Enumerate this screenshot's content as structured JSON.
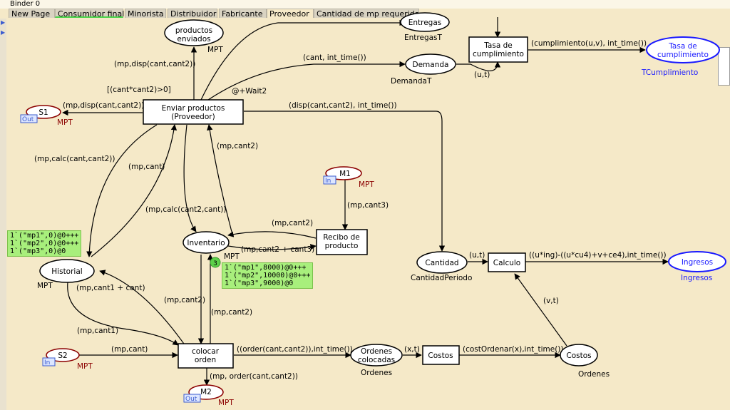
{
  "window": {
    "title": "Binder 0"
  },
  "tabs": [
    {
      "label": "New Page"
    },
    {
      "label": "Consumidor final"
    },
    {
      "label": "Minorista"
    },
    {
      "label": "Distribuidor"
    },
    {
      "label": "Fabricante"
    },
    {
      "label": "Proveedor"
    },
    {
      "label": "Cantidad de mp  requerida"
    }
  ],
  "places": {
    "productos_enviados": {
      "name": "productos\nenviados",
      "type": "MPT"
    },
    "entregas": {
      "name": "Entregas",
      "type": "EntregasT"
    },
    "demanda": {
      "name": "Demanda",
      "type": "DemandaT"
    },
    "tasa_cumplimiento": {
      "name": "Tasa de\ncumplimiento",
      "type": "TCumplimiento"
    },
    "s1": {
      "name": "S1",
      "port": "Out",
      "type": "MPT"
    },
    "m1": {
      "name": "M1",
      "port": "In",
      "type": "MPT"
    },
    "inventario": {
      "name": "Inventario",
      "type": "MPT",
      "count": "3"
    },
    "historial": {
      "name": "Historial",
      "type": "MPT"
    },
    "cantidad": {
      "name": "Cantidad",
      "type": "CantidadPeriodo"
    },
    "ingresos": {
      "name": "Ingresos",
      "type": "Ingresos"
    },
    "s2": {
      "name": "S2",
      "port": "In",
      "type": "MPT"
    },
    "m2": {
      "name": "M2",
      "port": "Out",
      "type": "MPT"
    },
    "ordenes_colocadas": {
      "name": "Ordenes\ncolocadas",
      "type": "Ordenes"
    },
    "costos_place": {
      "name": "Costos",
      "type": "Ordenes"
    }
  },
  "transitions": {
    "enviar": {
      "name": "Enviar productos\n(Proveedor)"
    },
    "tasa": {
      "name": "Tasa de\ncumplimiento"
    },
    "recibo": {
      "name": "Recibo de\nproducto"
    },
    "calculo": {
      "name": "Calculo"
    },
    "colocar": {
      "name": "colocar\norden"
    },
    "costos": {
      "name": "Costos"
    }
  },
  "arcs": {
    "a_prod": "(mp,disp(cant,cant2))",
    "a_guard": "[(cant*cant2)>0]",
    "a_demanda": "(cant, int_time())",
    "a_wait": "@+Wait2",
    "a_s1": "(mp,disp(cant,cant2))",
    "a_cantidad": "(disp(cant,cant2), int_time())",
    "a_cumpl": "(cumplimiento(u,v), int_time())",
    "a_ut": "(u,t)",
    "a_calc1": "(mp,calc(cant,cant2))",
    "a_mpcant": "(mp,cant)",
    "a_mpcant2_up": "(mp,cant2)",
    "a_mpcant3": "(mp,cant3)",
    "a_calc2": "(mp,calc(cant2,cant))",
    "a_rec_inv": "(mp,cant2)",
    "a_inv_rec": "(mp,cant2 + cant3)",
    "a_ut2": "(u,t)",
    "a_ingresos": "((u*ing)-((u*cu4)+v+ce4),int_time())",
    "a_vt": "(v,t)",
    "a_hist": "(mp,cant1 + cant)",
    "a_inv_col": "(mp,cant2)",
    "a_col_inv": "(mp,cant2)",
    "a_cant1": "(mp,cant1)",
    "a_s2": "(mp,cant)",
    "a_order": "((order(cant,cant2)),int_time())",
    "a_xt": "(x,t)",
    "a_costo": "(costOrdenar(x),int_time())",
    "a_m2": "(mp, order(cant,cant2))"
  },
  "markings": {
    "historial": "1`(\"mp1\",0)@0+++\n1`(\"mp2\",0)@0+++\n1`(\"mp3\",0)@0",
    "inventario": "1`(\"mp1\",8000)@0+++\n1`(\"mp2\",10000)@0+++\n1`(\"mp3\",9000)@0"
  },
  "colors": {
    "background": "#f5e9c8",
    "marking": "#a8ef7c",
    "fusion": "#1a1aff",
    "port": "#8b0000"
  }
}
